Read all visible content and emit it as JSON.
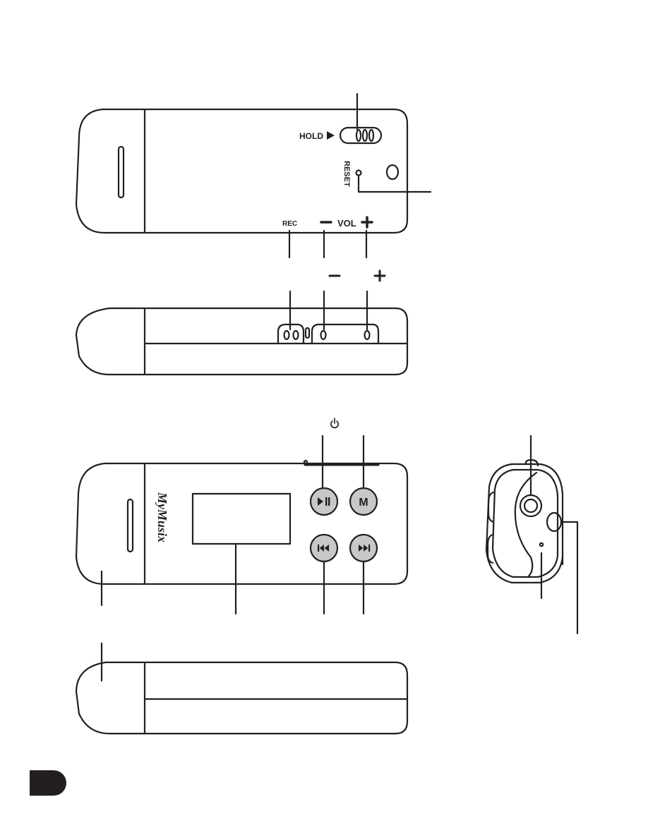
{
  "labels": {
    "hold": "HOLD",
    "reset": "RESET",
    "rec": "REC",
    "vol": "VOL",
    "vol_minus": "−",
    "vol_plus": "+",
    "brand": "MyMusix",
    "menu_button": "M"
  },
  "icons": {
    "hold_arrow": "right-triangle-icon",
    "power": "power-icon",
    "play_pause": "play-pause-icon",
    "previous": "previous-track-icon",
    "next": "next-track-icon"
  },
  "colors": {
    "line": "#231f20",
    "button_fill": "#c8c8c8",
    "background": "#ffffff"
  }
}
